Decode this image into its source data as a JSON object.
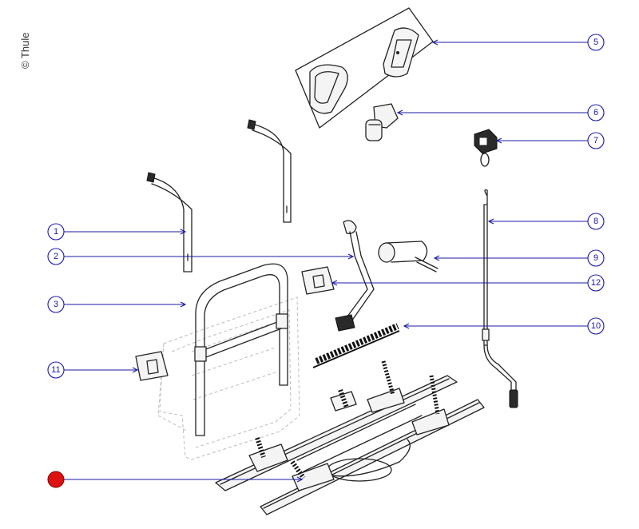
{
  "copyright": "© Thule",
  "colors": {
    "leader": "#1a1aa6",
    "marker": "#dd1111",
    "outline": "#222222"
  },
  "callouts": [
    {
      "number": "1"
    },
    {
      "number": "2"
    },
    {
      "number": "3"
    },
    {
      "number": "5"
    },
    {
      "number": "6"
    },
    {
      "number": "7"
    },
    {
      "number": "8"
    },
    {
      "number": "9"
    },
    {
      "number": "10"
    },
    {
      "number": "11"
    },
    {
      "number": "12"
    }
  ],
  "highlight_marker": {
    "number": ""
  }
}
